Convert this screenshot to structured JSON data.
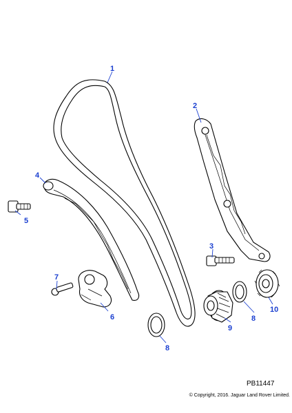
{
  "diagram": {
    "callouts": [
      "1",
      "2",
      "3",
      "4",
      "5",
      "6",
      "7",
      "8",
      "8",
      "9",
      "10"
    ],
    "reference": "PB11447",
    "copyright": "© Copyright, 2016. Jaguar Land Rover Limited.",
    "accent_color": "#1a3fd0"
  }
}
